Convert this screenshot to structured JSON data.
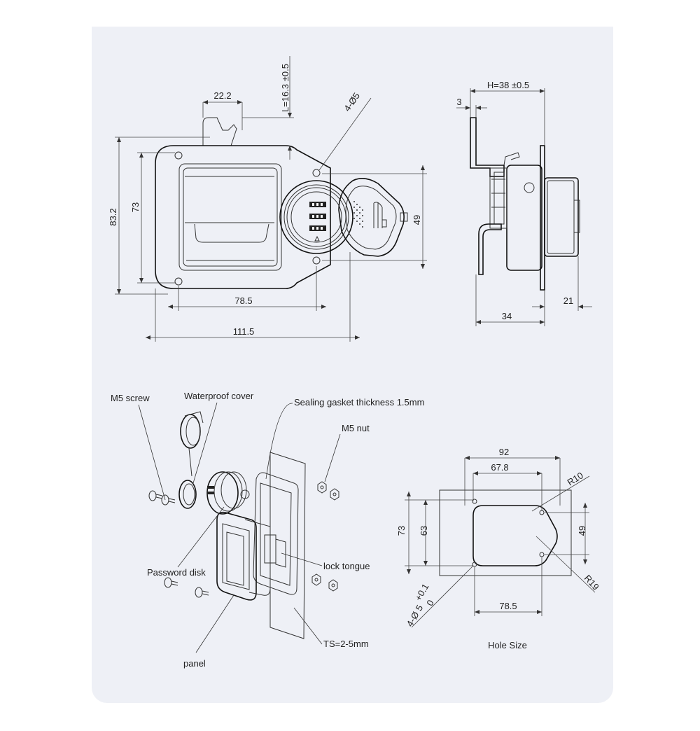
{
  "front_view": {
    "dim_22_2": "22.2",
    "dim_L": "L=16.3 ±0.5",
    "dim_hole": "4-Ø5",
    "dim_83_2": "83.2",
    "dim_73": "73",
    "dim_49": "49",
    "dim_78_5": "78.5",
    "dim_111_5": "111.5"
  },
  "side_view": {
    "dim_H": "H=38 ±0.5",
    "dim_3": "3",
    "dim_34": "34",
    "dim_21": "21"
  },
  "exploded_view": {
    "m5_screw": "M5 screw",
    "waterproof_cover": "Waterproof cover",
    "sealing_gasket": "Sealing gasket thickness 1.5mm",
    "m5_nut": "M5 nut",
    "password_disk": "Password disk",
    "lock_tongue": "lock tongue",
    "ts": "TS=2-5mm",
    "panel": "panel"
  },
  "hole_view": {
    "dim_92": "92",
    "dim_67_8": "67.8",
    "dim_R10": "R10",
    "dim_73": "73",
    "dim_63": "63",
    "dim_49": "49",
    "dim_R19": "R19",
    "dim_78_5": "78.5",
    "dim_hole_a": "4-",
    "dim_hole_b": "Ø",
    "dim_hole_c": "5",
    "dim_hole_tol_plus": "+0.1",
    "dim_hole_tol_zero": "0",
    "caption": "Hole Size"
  }
}
